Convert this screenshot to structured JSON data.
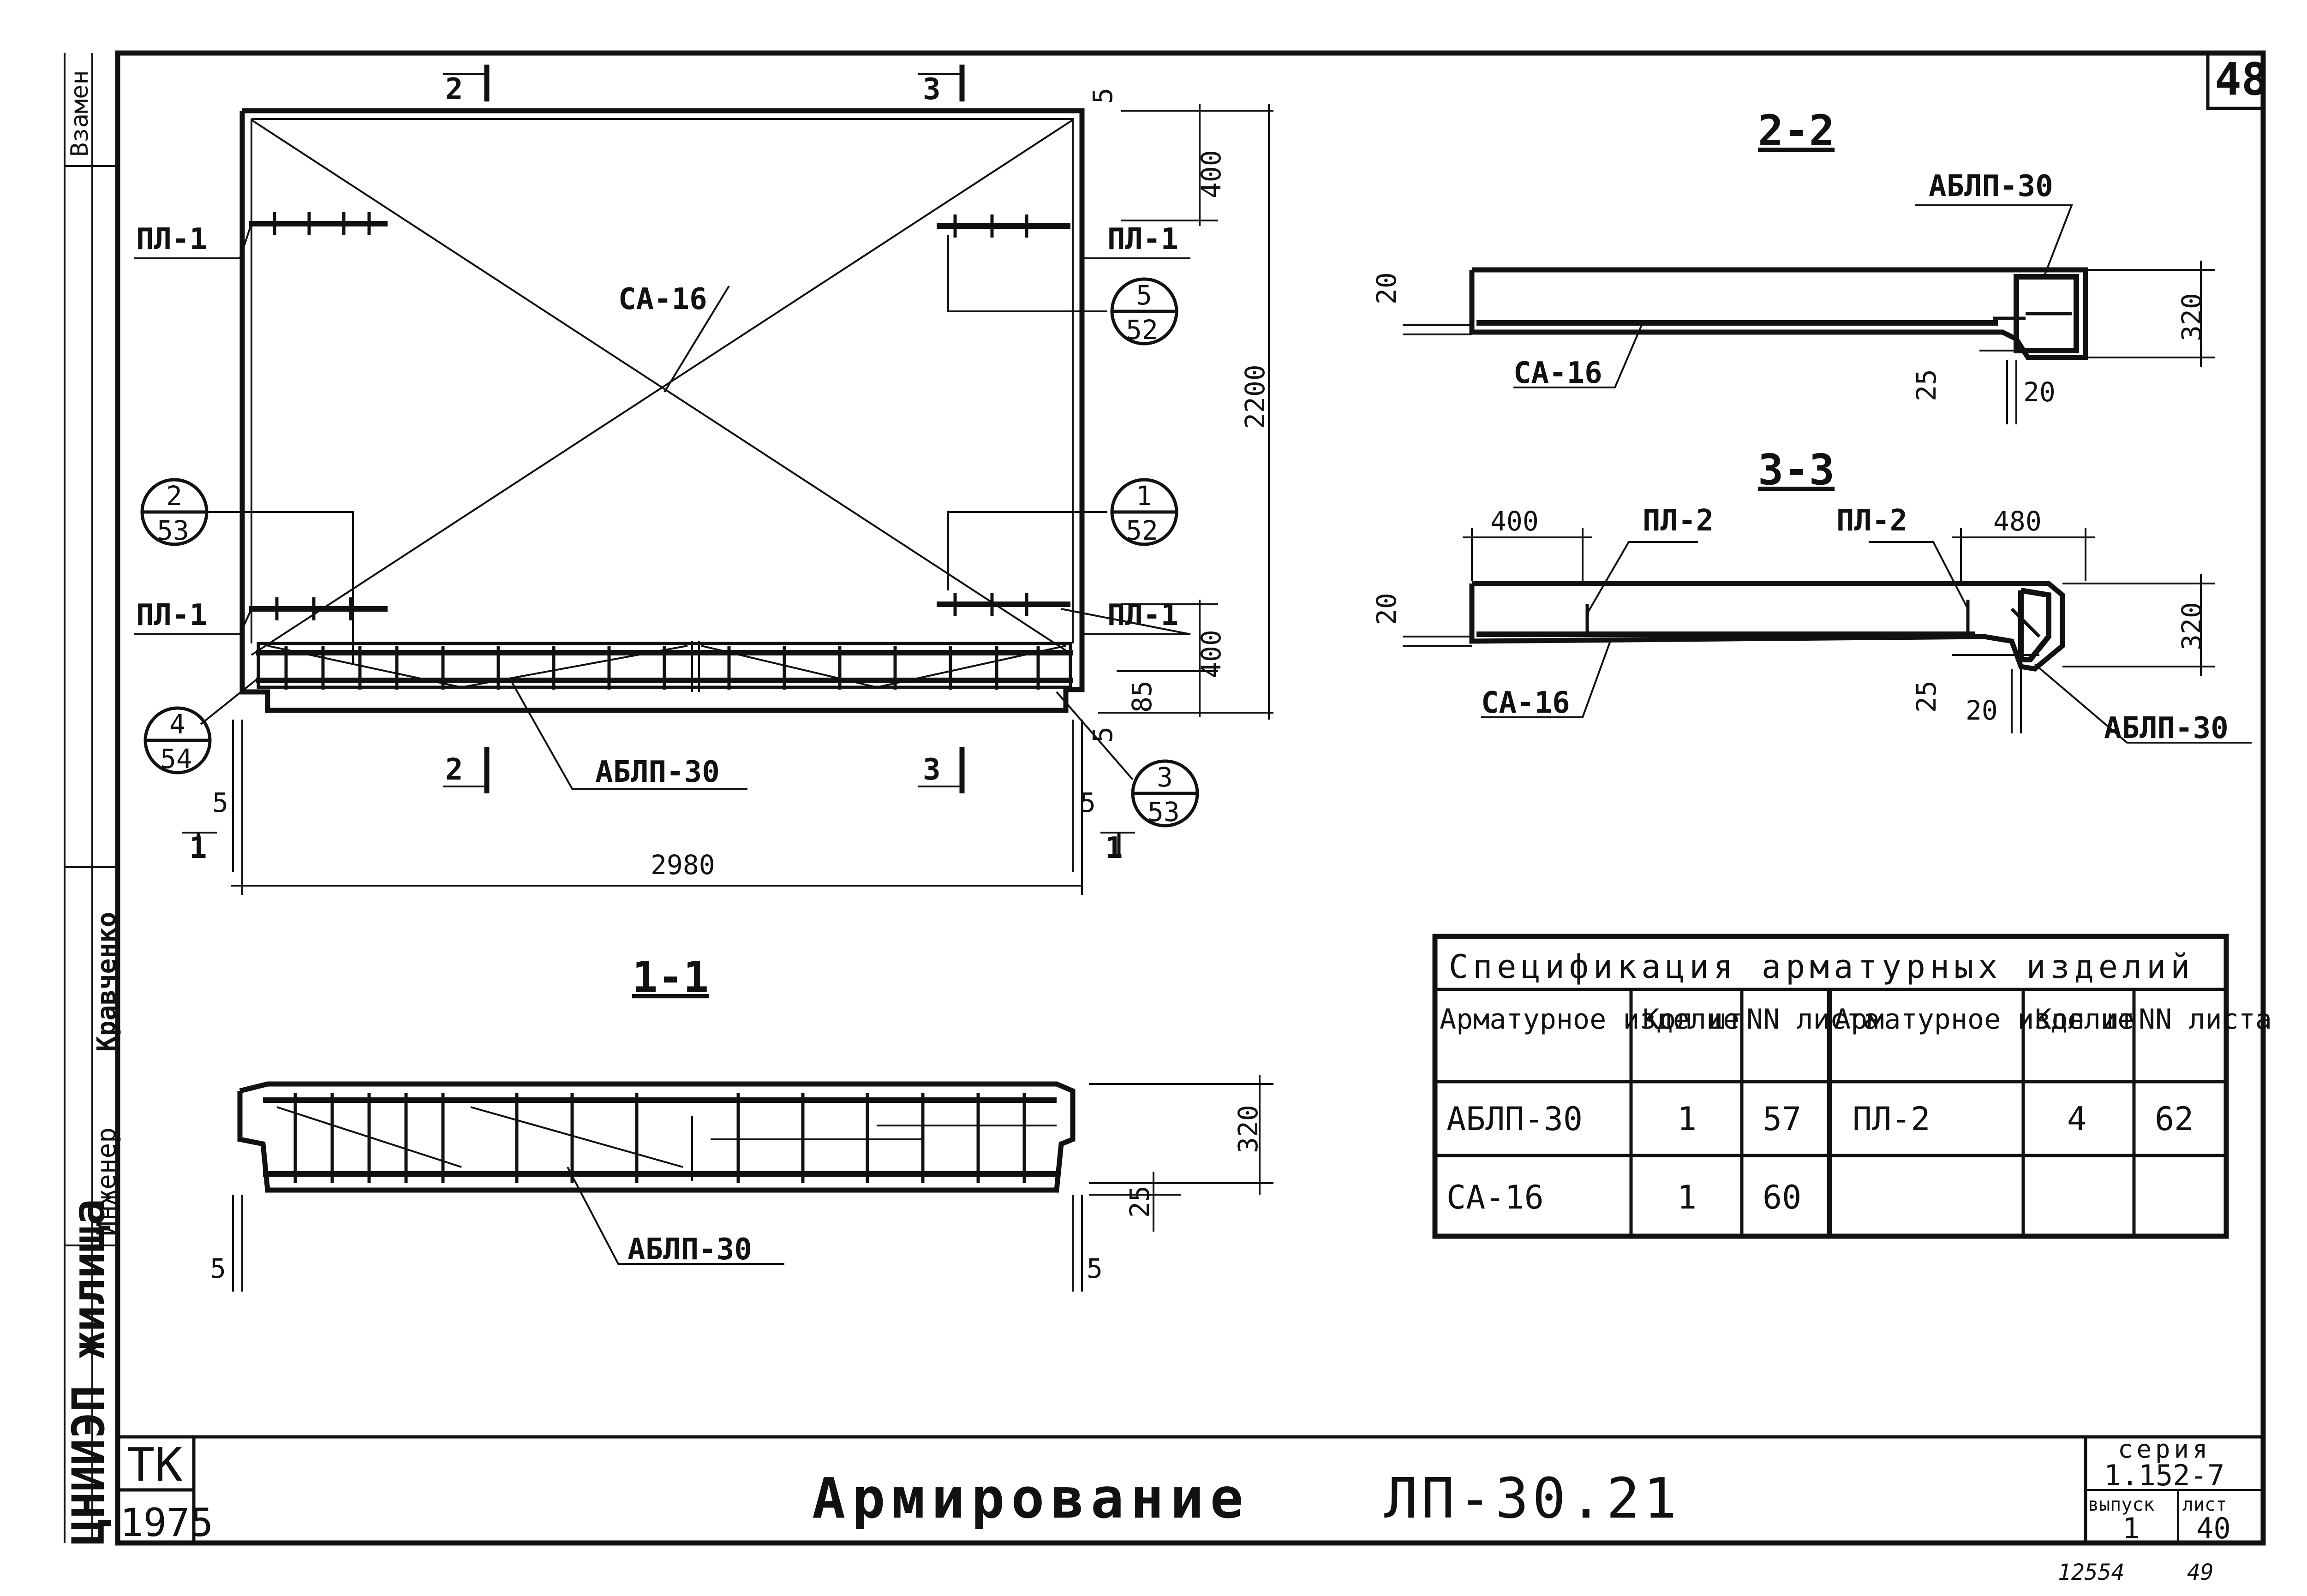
{
  "sheet": {
    "page_no": "48",
    "sheet_title_word": "Армирование",
    "sheet_title_code": "ЛП-30.21",
    "org_tk": "ТК",
    "year": "1975",
    "org_name": "ЦНИИЭП жилища",
    "series_label": "серия",
    "series_no": "1.152-7",
    "issue_label": "выпуск",
    "issue_no": "1",
    "sheet_label": "лист",
    "sheet_no": "40",
    "inv_note": "12554",
    "inv_sheet": "49",
    "stamp_vzamen": "Взамен",
    "stamp_engineer": "Инженер",
    "stamp_author": "Кравченко"
  },
  "plan": {
    "section_2": "2",
    "section_3": "3",
    "section_1": "1",
    "label_pl1": "ПЛ-1",
    "label_sa16": "СА-16",
    "label_ablp30": "АБЛП-30",
    "dim_5": "5",
    "dim_400": "400",
    "dim_2200": "2200",
    "dim_85": "85",
    "dim_2980": "2980",
    "callouts": [
      {
        "num": "5",
        "den": "52"
      },
      {
        "num": "2",
        "den": "53"
      },
      {
        "num": "1",
        "den": "52"
      },
      {
        "num": "4",
        "den": "54"
      },
      {
        "num": "3",
        "den": "53"
      }
    ]
  },
  "section_11": {
    "title": "1-1",
    "label_ablp30": "АБЛП-30",
    "dim_320": "320",
    "dim_25": "25",
    "dim_5": "5"
  },
  "section_22": {
    "title": "2-2",
    "label_ablp30": "АБЛП-30",
    "label_sa16": "СА-16",
    "dim_20": "20",
    "dim_320": "320",
    "dim_25": "25"
  },
  "section_33": {
    "title": "3-3",
    "label_pl2": "ПЛ-2",
    "label_sa16": "СА-16",
    "label_ablp30": "АБЛП-30",
    "dim_400": "400",
    "dim_480": "480",
    "dim_20": "20",
    "dim_320": "320",
    "dim_25": "25"
  },
  "spec_table": {
    "title": "Спецификация арматурных изделий",
    "headers": [
      "Арматурное изделие",
      "Кол шт",
      "NN листа",
      "Арматурное изделие",
      "Кол шт",
      "NN листа"
    ],
    "rows": [
      [
        "АБЛП-30",
        "1",
        "57",
        "ПЛ-2",
        "4",
        "62"
      ],
      [
        "СА-16",
        "1",
        "60",
        "",
        "",
        ""
      ]
    ]
  }
}
